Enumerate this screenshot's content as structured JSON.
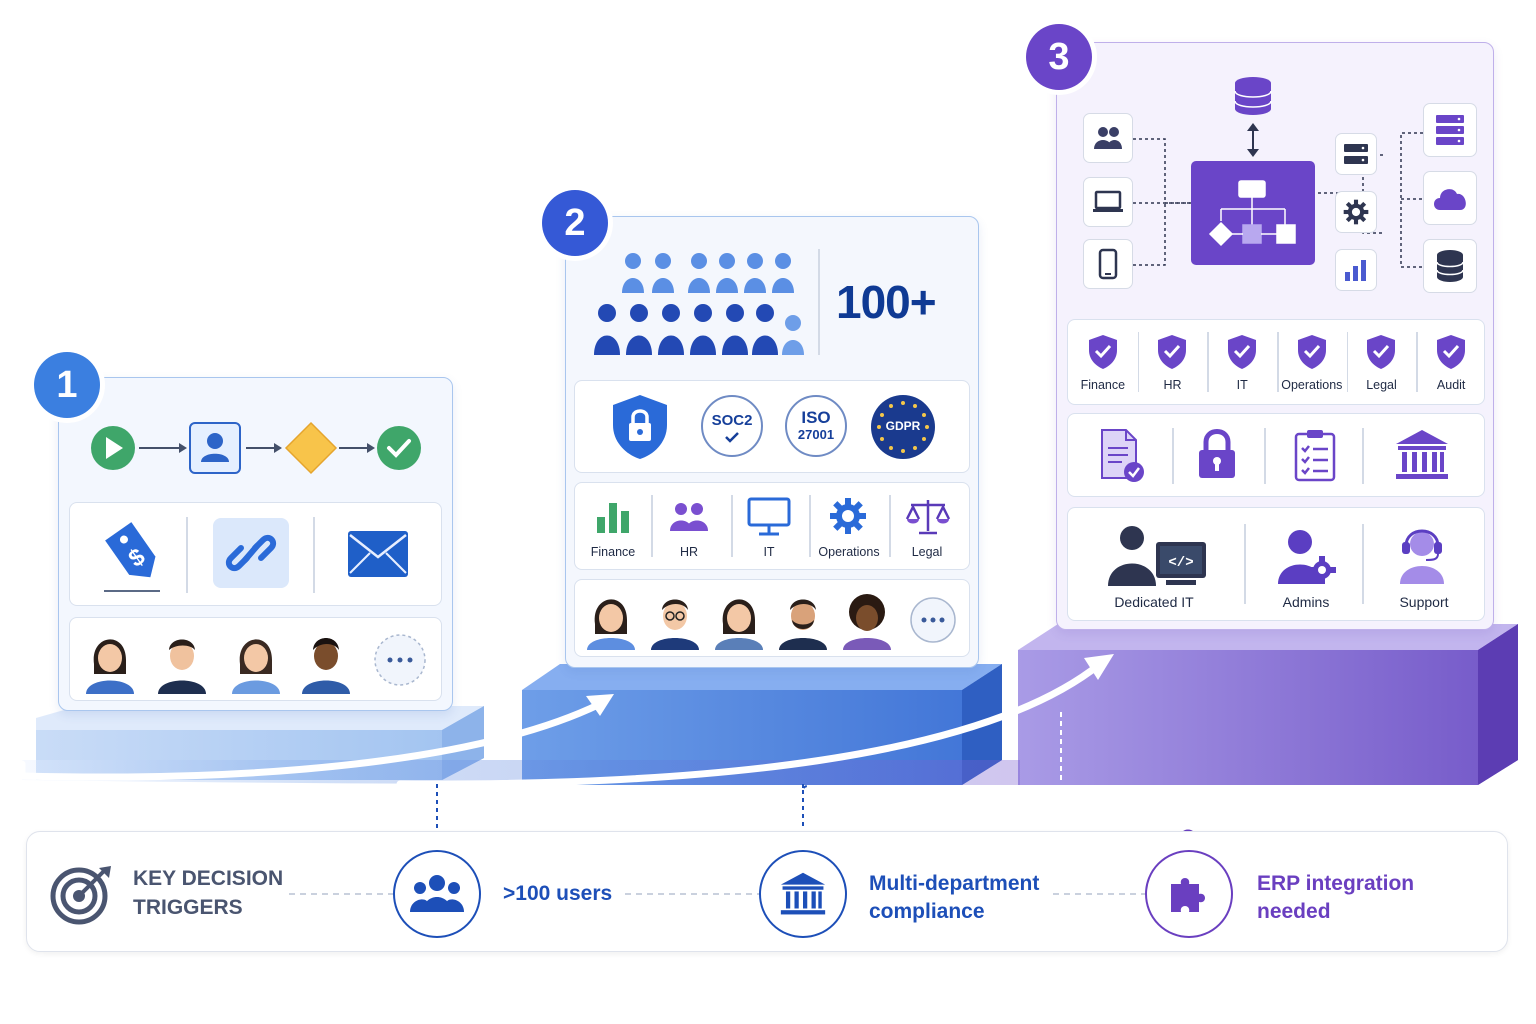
{
  "steps": [
    {
      "number": "1",
      "color": "#3b7fe0",
      "avatars": [
        "woman-avatar",
        "man-avatar",
        "woman-avatar",
        "man-avatar",
        "more-icon"
      ]
    },
    {
      "number": "2",
      "color": "#3559d6",
      "headline": "100+",
      "certifications": [
        "SOC2",
        "ISO",
        "27001",
        "GDPR"
      ],
      "departments": [
        "Finance",
        "HR",
        "IT",
        "Operations",
        "Legal"
      ]
    },
    {
      "number": "3",
      "color": "#6a45c8",
      "departments": [
        "Finance",
        "HR",
        "IT",
        "Operations",
        "Legal",
        "Audit"
      ],
      "teams": [
        "Dedicated IT",
        "Admins",
        "Support"
      ]
    }
  ],
  "triggers": {
    "title_line1": "KEY DECISION",
    "title_line2": "TRIGGERS",
    "items": [
      {
        "line1": ">100 users",
        "line2": "",
        "color": "#1d4fb8",
        "icon": "users-icon"
      },
      {
        "line1": "Multi-department",
        "line2": "compliance",
        "color": "#1d4fb8",
        "icon": "bank-icon"
      },
      {
        "line1": "ERP integration",
        "line2": "needed",
        "color": "#6a3fc0",
        "icon": "puzzle-icon"
      }
    ]
  }
}
